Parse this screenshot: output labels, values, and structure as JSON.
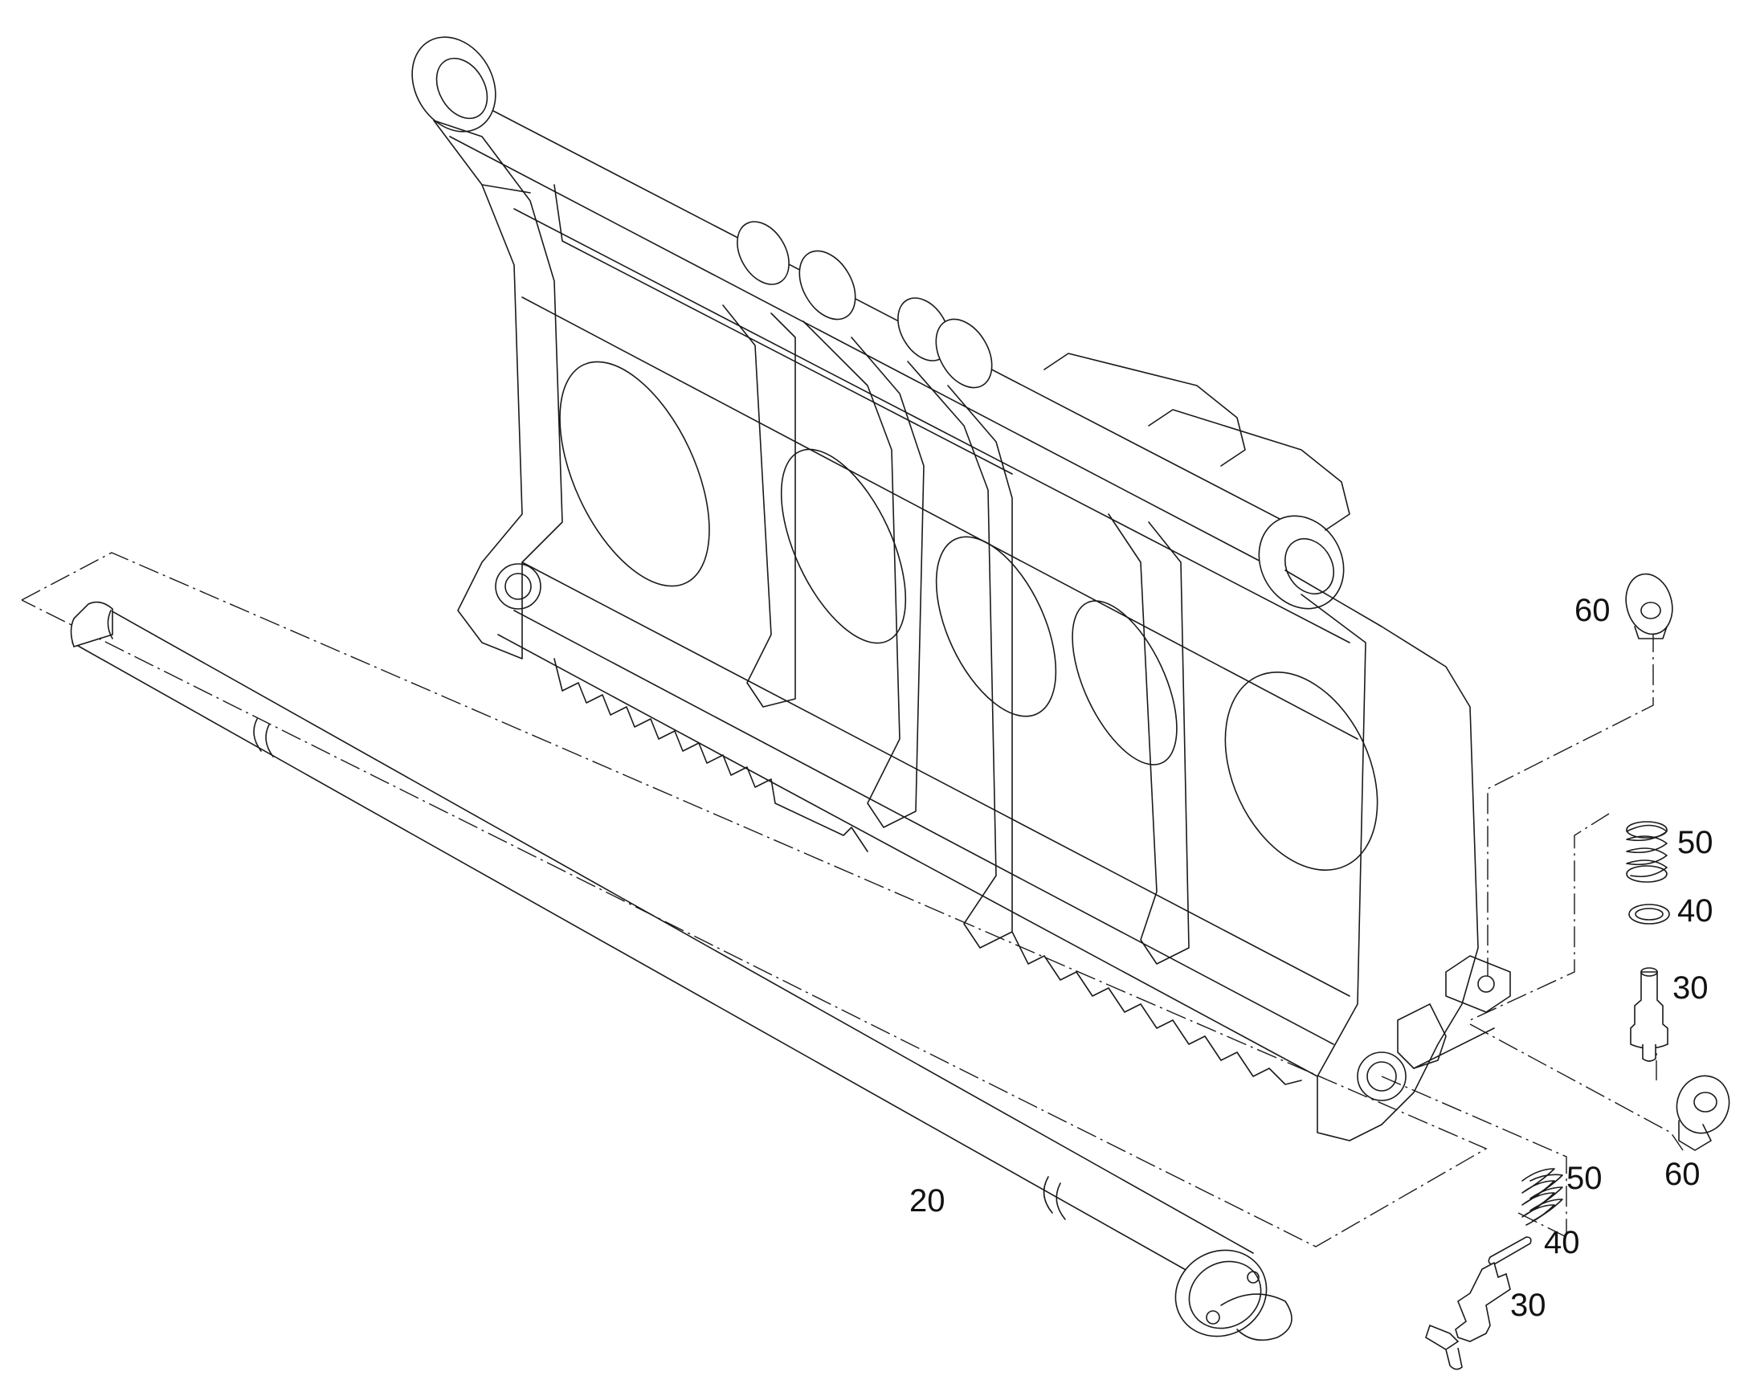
{
  "callouts": {
    "shaft": "20",
    "pin_left": "30",
    "pin_right": "30",
    "ring_left": "40",
    "ring_right": "40",
    "spring_left": "50",
    "spring_right": "50",
    "clip_top": "60",
    "clip_bottom": "60"
  },
  "colors": {
    "line": "#1a1a1a",
    "background": "#ffffff"
  }
}
